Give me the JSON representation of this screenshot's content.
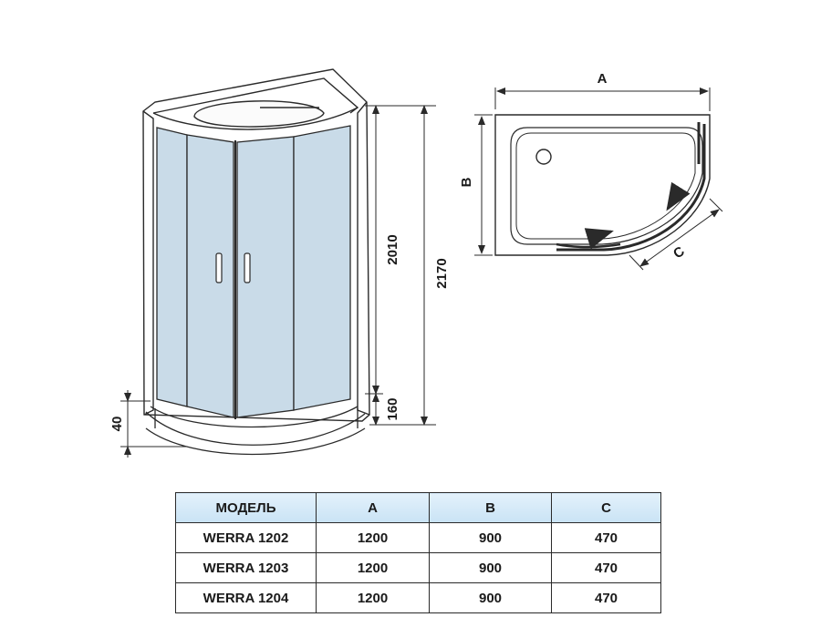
{
  "front_view": {
    "dims": {
      "height_cabin": "2010",
      "height_total": "2170",
      "height_tray": "160",
      "height_base": "40"
    }
  },
  "top_view": {
    "labels": {
      "a": "A",
      "b": "B",
      "c": "C"
    }
  },
  "spec_table": {
    "headers": [
      "МОДЕЛЬ",
      "A",
      "B",
      "C"
    ],
    "rows": [
      [
        "WERRA 1202",
        "1200",
        "900",
        "470"
      ],
      [
        "WERRA 1203",
        "1200",
        "900",
        "470"
      ],
      [
        "WERRA 1204",
        "1200",
        "900",
        "470"
      ]
    ]
  },
  "colors": {
    "glass": "#c9dbe8",
    "line": "#2a2a2a",
    "table_header": "#d6eaf8"
  }
}
